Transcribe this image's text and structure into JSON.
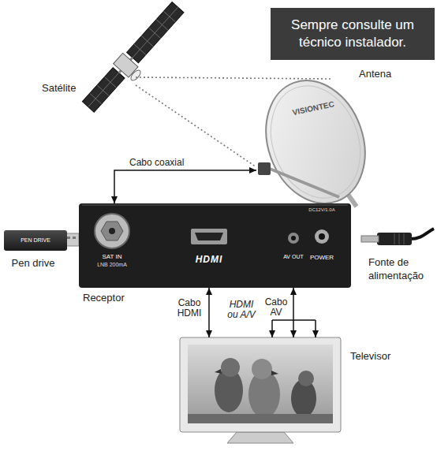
{
  "diagram": {
    "nodes": [
      {
        "text": [
          "Sempre consulte um técnico instalador."
        ]
      },
      {
        "text": [
          "Satélite"
        ]
      },
      {
        "text": [
          "Antena",
          "VISIONTEC"
        ]
      },
      {
        "text": [
          "PEN DRIVE",
          "Pen drive"
        ]
      },
      {
        "text": [
          "Receptor"
        ]
      },
      {
        "text": [
          "Fonte de alimentação"
        ]
      },
      {
        "text": [
          "Televisor"
        ]
      }
    ],
    "edges": [
      {
        "from": 1,
        "to": 2,
        "arrow": "none"
      },
      {
        "from": 2,
        "to": 4,
        "arrow": "both",
        "label": "Cabo coaxial"
      },
      {
        "from": 4,
        "to": 6,
        "arrow": "both",
        "label": "Cabo HDMI"
      },
      {
        "from": 4,
        "to": 6,
        "arrow": "both",
        "label": "Cabo AV"
      }
    ],
    "labels": [
      "DC12V/1.0A",
      "SAT IN",
      "LNB 200mA",
      "HDMI",
      "AV OUT",
      "POWER",
      "HDMI ou A/V"
    ]
  }
}
